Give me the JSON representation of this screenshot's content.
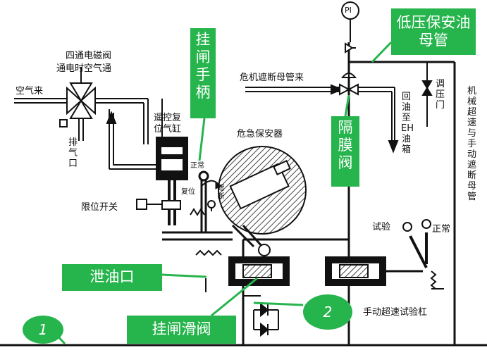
{
  "labels": {
    "four_way_valve_1": "四通电磁阀",
    "four_way_valve_2": "通电时空气通",
    "air_in": "空气来",
    "exhaust": "排气口",
    "remote_reset_1": "遥控复",
    "remote_reset_2": "位气缸",
    "limit_switch": "限位开关",
    "emergency_governor": "危急保安器",
    "trip_header_in": "危机遮断母管来",
    "return_oil": "回油至EH油箱",
    "adjust_door": "调压门",
    "machine_overspeed": "机械超速与手动遮断母管",
    "normal_small": "正常",
    "trip_small": "遮断",
    "reset_small": "复位",
    "test": "试验",
    "normal": "正常",
    "manual_test_lever": "手动超速试验杠",
    "pi": "PI"
  },
  "callouts": {
    "trip_handle": "挂闸手柄",
    "low_pressure_header": "低压保安油母管",
    "diaphragm_valve": "隔膜阀",
    "oil_drain": "泄油口",
    "trip_slide_valve": "挂闸滑阀",
    "num1": "1",
    "num2": "2"
  },
  "colors": {
    "callout_green": "#26b44c",
    "line": "#111111",
    "hatch": "#444444"
  }
}
